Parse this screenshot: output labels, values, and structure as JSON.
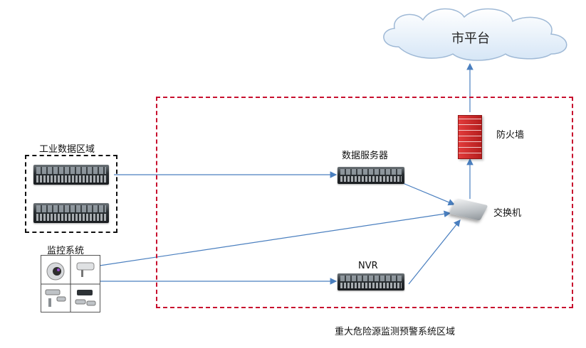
{
  "cloud": {
    "label": "市平台",
    "icon": "cloud-icon",
    "color": "#e6f1fb"
  },
  "firewall": {
    "label": "防火墙",
    "icon": "firewall-icon",
    "color": "#d63333"
  },
  "switch": {
    "label": "交换机",
    "icon": "network-switch-icon"
  },
  "data_server": {
    "label": "数据服务器",
    "icon": "rack-server-icon"
  },
  "nvr": {
    "label": "NVR",
    "icon": "rack-server-icon"
  },
  "industrial_zone": {
    "label": "工业数据区域",
    "icon": "rack-server-icon"
  },
  "monitoring": {
    "label": "监控系统",
    "icon": "cctv-camera-icon"
  },
  "main_zone": {
    "label": "重大危险源监测预警系统区域",
    "border_color": "#c8102e"
  },
  "line_color": "#4a7fbf"
}
